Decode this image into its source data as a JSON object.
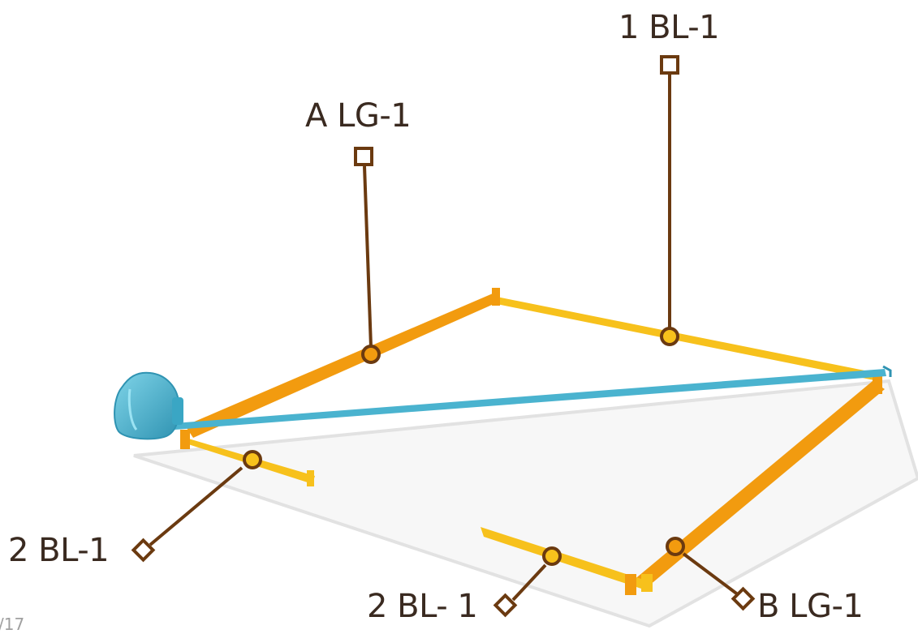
{
  "labels": {
    "top_right": "1 BL-1",
    "top_left": "A LG-1",
    "bottom_left": "2 BL-1",
    "bottom_center": "2 BL- 1",
    "bottom_right": "B LG-1"
  },
  "page_number": "/17",
  "colors": {
    "board_frame_light": "#f7c11c",
    "board_frame_dark": "#f29b0f",
    "leader_line": "#6b3a10",
    "tape_measure": "#4ab3cf",
    "ground_plane": "#f7f7f7"
  },
  "icons": [
    "tape-measure-icon",
    "square-marker-icon",
    "diamond-marker-icon",
    "circle-marker-icon"
  ]
}
